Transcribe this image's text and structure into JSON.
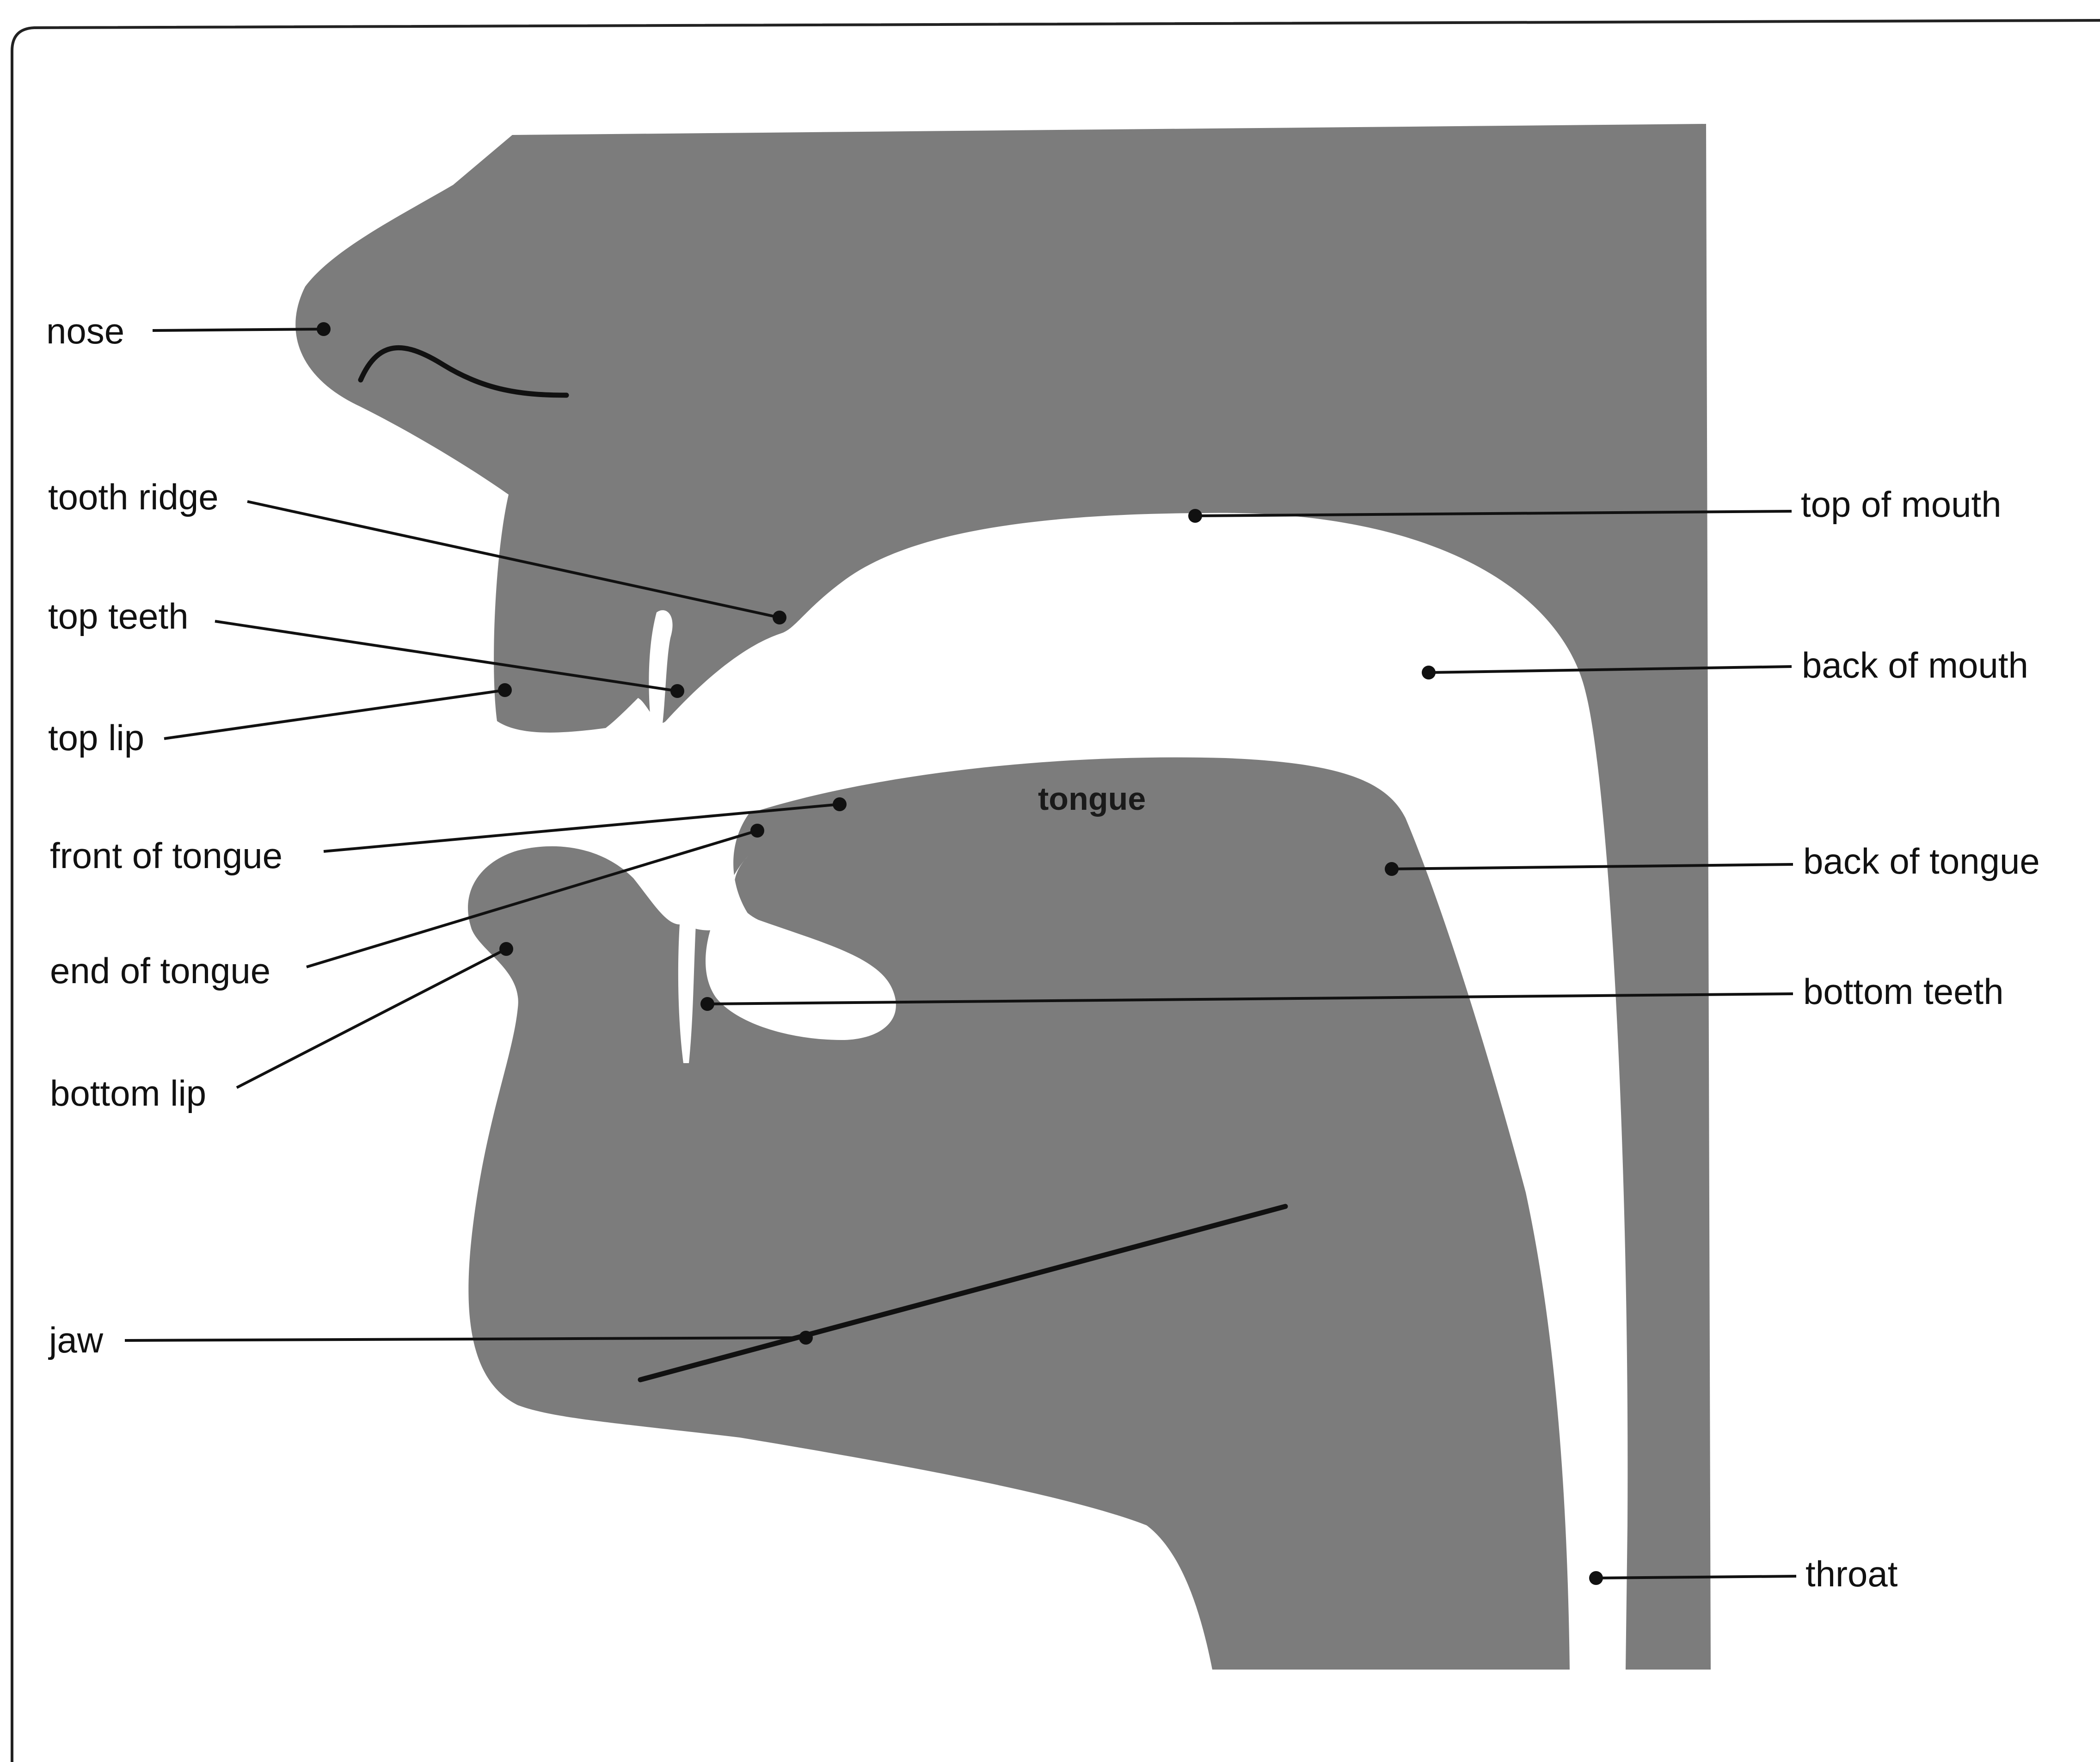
{
  "diagram": {
    "labels": {
      "nose": "nose",
      "tooth_ridge": "tooth ridge",
      "top_teeth": "top teeth",
      "top_lip": "top lip",
      "front_of_tongue": "front of tongue",
      "end_of_tongue": "end of tongue",
      "bottom_lip": "bottom lip",
      "jaw": "jaw",
      "top_of_mouth": "top of mouth",
      "back_of_mouth": "back of mouth",
      "back_of_tongue": "back of tongue",
      "bottom_teeth": "bottom teeth",
      "throat": "throat",
      "tongue": "tongue"
    },
    "colors": {
      "tissue": "#7c7c7c",
      "background": "#ffffff",
      "border": "#222222",
      "text": "#111111"
    }
  }
}
